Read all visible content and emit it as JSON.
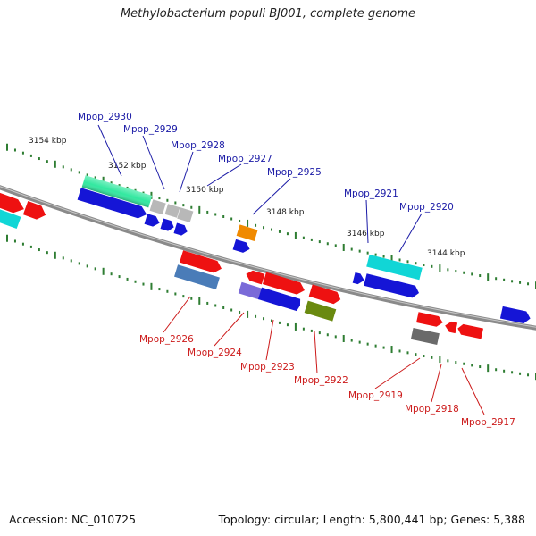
{
  "title": "Methylobacterium populi BJ001, complete genome",
  "footer": {
    "accession": "Accession: NC_010725",
    "summary": "Topology: circular; Length: 5,800,441 bp; Genes: 5,388"
  },
  "scale_labels": [
    {
      "text": "3154 kbp",
      "kbp": 3154
    },
    {
      "text": "3152 kbp",
      "kbp": 3152
    },
    {
      "text": "3150 kbp",
      "kbp": 3150
    },
    {
      "text": "3148 kbp",
      "kbp": 3148
    },
    {
      "text": "3146 kbp",
      "kbp": 3146
    },
    {
      "text": "3144 kbp",
      "kbp": 3144
    }
  ],
  "gene_labels_top": [
    "Mpop_2930",
    "Mpop_2929",
    "Mpop_2928",
    "Mpop_2927",
    "Mpop_2925",
    "Mpop_2921",
    "Mpop_2920"
  ],
  "gene_labels_bottom": [
    "Mpop_2926",
    "Mpop_2924",
    "Mpop_2923",
    "Mpop_2922",
    "Mpop_2919",
    "Mpop_2918",
    "Mpop_2917"
  ],
  "colors": {
    "backbone": "#8a8a8a",
    "tick_green": "#2e7d32",
    "top_label": "#1a1aa6",
    "bottom_label": "#cc1a1a",
    "red": "#ee1111",
    "blue": "#1515d6",
    "cyan": "#11d6d6",
    "seafoam": "#33e8a0",
    "grey": "#b8b8b8",
    "orange": "#f08a00",
    "steelblue": "#4a7cb8",
    "lavender": "#7a6ad8",
    "olive": "#6a8a10",
    "darkgrey": "#6a6a6a"
  }
}
